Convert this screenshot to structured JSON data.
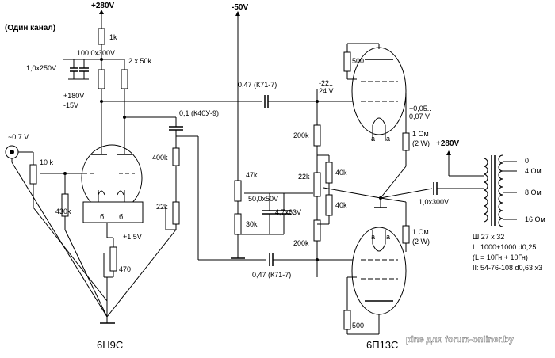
{
  "labels": {
    "channel_note": "(Один канал)",
    "plus280_left": "+280V",
    "r1k": "1k",
    "cap_100": "100,0x300V",
    "cap_1": "1,0x250V",
    "r2x50k": "2 x 50k",
    "plus180v": "+180V",
    "minus15v": "-15V",
    "cap_01": "0,1 (К40У-9)",
    "r400k": "400k",
    "r22k_left": "22k",
    "input_voltage": "~0,7 V",
    "r10k": "10 k",
    "r430k": "430k",
    "pin_b": "б",
    "plus1_5v": "+1,5V",
    "r470": "470",
    "tube_left": "6Н9С",
    "minus50v": "-50V",
    "cap_top": "0,47 (К71-7)",
    "minus22": "-22..",
    "v24": "24 V",
    "r200k": "200k",
    "r47k": "47k",
    "r22k_mid": "22k",
    "r40k": "40k",
    "cap_50": "50,0x50V",
    "cap_47": "4,7x63V",
    "r30k": "30k",
    "cap_bottom": "0,47 (К71-7)",
    "r500": "500",
    "v005": "+0,05..",
    "v007": "0,07 V",
    "r1om": "1 Ом",
    "r2w": "(2 W)",
    "pin_a": "a",
    "tube_right": "6П13С",
    "plus280_right": "+280V",
    "cap_1_300": "1,0x300V"
  },
  "taps": [
    "0",
    "4 Ом",
    "8 Ом",
    "16 Ом"
  ],
  "transformer": [
    "Ш 27 х 32",
    "I : 1000+1000 d0,25",
    "(L = 10Гн + 10Гн)",
    "II: 54-76-108 d0,63 x3"
  ],
  "watermark": "pine для forum-onliner.by"
}
